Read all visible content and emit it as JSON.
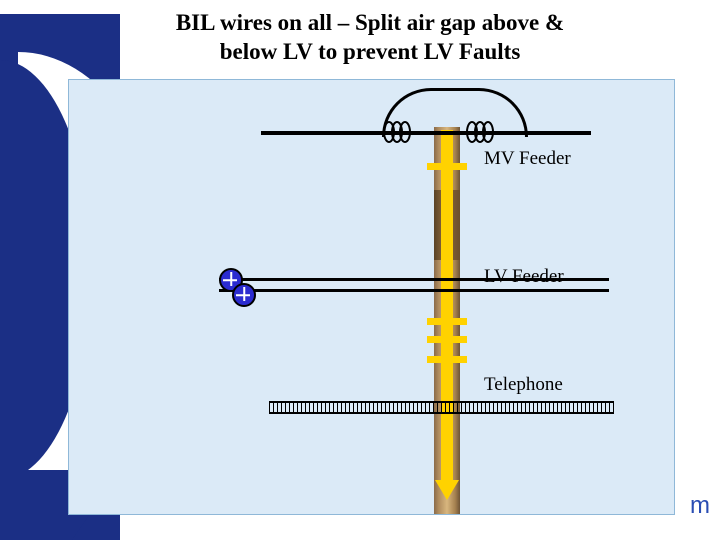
{
  "slide": {
    "title_line1": "BIL wires on all –   Split air gap above &",
    "title_line2": "below LV to prevent LV Faults",
    "corner_text": "m"
  },
  "diagram": {
    "labels": {
      "mv_feeder": "MV Feeder",
      "lv_feeder": "LV Feeder",
      "telephone": "Telephone"
    },
    "elements": {
      "pole": "utility-pole",
      "ground_wire": "yellow-down-conductor",
      "arrow_direction": "down",
      "split_gaps": [
        "gap-above-lv",
        "gap-below-lv-1",
        "gap-below-lv-2",
        "gap-below-lv-3"
      ],
      "mv_arc": "overhead-jumper-arc",
      "insulator_coils": [
        "coil-left",
        "coil-right"
      ],
      "lv_insulators": [
        "lv-insulator-upper",
        "lv-insulator-lower"
      ],
      "telephone_cable": "hatched-telephone-cable"
    },
    "colors": {
      "panel_background": "#dbeaf7",
      "ground_wire": "#ffd200",
      "pole": "#b08c5e",
      "line": "#000000",
      "band": "#1b2f85",
      "corner_text": "#2a4db3"
    }
  }
}
